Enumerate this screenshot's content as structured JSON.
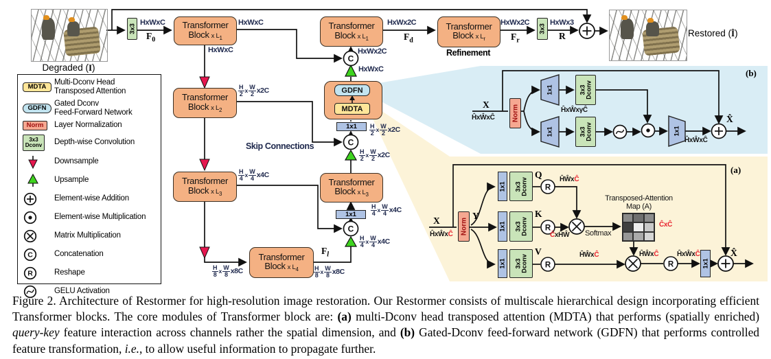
{
  "colors": {
    "accent_block": "#F4B183",
    "panel_a_bg": "#FCF3D8",
    "panel_b_bg": "#D9EDF5",
    "downsample": "#E5174F",
    "upsample": "#3FD41F"
  },
  "io": {
    "degraded": {
      "pre": "Degraded (",
      "sym": "I",
      "post": ")"
    },
    "restored": {
      "pre": "Restored (",
      "sym": "Î",
      "post": ")"
    }
  },
  "glyph": {
    "conv": "3x3",
    "one": "1x1",
    "dconv1": "3x3",
    "dconv2": "Dconv",
    "norm": "Norm",
    "gdfn": "GDFN",
    "mdta": "MDTA"
  },
  "blocks": {
    "name1": "Transformer",
    "name2": "Block",
    "xl": "x L",
    "enc1": "1",
    "enc2": "2",
    "enc3": "3",
    "latent": "4",
    "dec3": "3",
    "dec1": "1",
    "refine": "r"
  },
  "dims": {
    "hwc": "HxWxC",
    "hw2c": "HxWx2C",
    "hw3": "HxWx3",
    "x": "x",
    "h": "H",
    "w": "W",
    "d2": "2",
    "t2": "x2C",
    "d4": "4",
    "t4": "x4C",
    "d8": "8",
    "t8": "x8C",
    "f0": {
      "b": "F",
      "s": "0"
    },
    "fd": {
      "b": "F",
      "s": "d"
    },
    "fr": {
      "b": "F",
      "s": "r"
    },
    "fl": {
      "b": "F",
      "s": "l"
    },
    "r": "R"
  },
  "misc": {
    "skip": "Skip Connections",
    "refinement": "Refinement"
  },
  "sym": {
    "concat": "C",
    "reshape": "R"
  },
  "panel_b": {
    "tag": "(b)",
    "x": "X",
    "xhat": "X̂",
    "dim_in": "ĤxŴxĈ",
    "dim_gamma": "ĤxŴxγĈ",
    "dim_out": "ĤxŴxĈ"
  },
  "panel_a": {
    "tag": "(a)",
    "x": "X",
    "y": "Y",
    "q": "Q",
    "k": "K",
    "v": "V",
    "xhat": "X̂",
    "softmax": "Softmax",
    "map1": "Transposed-Attention",
    "map2": "Map (A)",
    "seg_hxwx": "ĤxŴx",
    "seg_hwx": "ĤŴx",
    "seg_ch": "Ĉ",
    "seg_xhw": "xĤŴ",
    "cxc": "ĈxĈ"
  },
  "attention_cells": [
    "#8a8a8a",
    "#6f6f6f",
    "#8c8c8c",
    "#3f3f3f",
    "#ededed",
    "#c9c9c9",
    "#969696",
    "#ababab",
    "#d6d6d6"
  ],
  "legend": {
    "items": [
      {
        "chip": "MDTA",
        "l1": "Multi-Dconv Head",
        "l2": "Transposed Attention"
      },
      {
        "chip": "GDFN",
        "l1": "Gated Dconv",
        "l2": "Feed-Forward Network"
      },
      {
        "chip": "Norm",
        "l1": "Layer Normalization"
      },
      {
        "chip1": "3x3",
        "chip2": "Dconv",
        "l1": "Depth-wise Convolution"
      },
      {
        "l1": "Downsample"
      },
      {
        "l1": "Upsample"
      },
      {
        "l1": "Element-wise Addition"
      },
      {
        "l1": "Element-wise Multiplication"
      },
      {
        "l1": "Matrix Multiplication"
      },
      {
        "l1": "Concatenation"
      },
      {
        "l1": "Reshape"
      },
      {
        "l1": "GELU Activation"
      }
    ]
  },
  "caption": {
    "p1": "Figure 2. Architecture of Restormer for high-resolution image restoration. Our Restormer consists of multiscale hierarchical design incorporating efficient Transformer blocks. The core modules of Transformer block are: ",
    "b1": "(a)",
    "p2": " multi-Dconv head transposed attention (MDTA) that performs (spatially enriched) ",
    "i1": "query-key",
    "p3": " feature interaction across channels rather the spatial dimension, and ",
    "b2": "(b)",
    "p4": " Gated-Dconv feed-forward network (GDFN) that performs controlled feature transformation, ",
    "i2": "i.e.",
    "p5": ", to allow useful information to propagate further."
  }
}
